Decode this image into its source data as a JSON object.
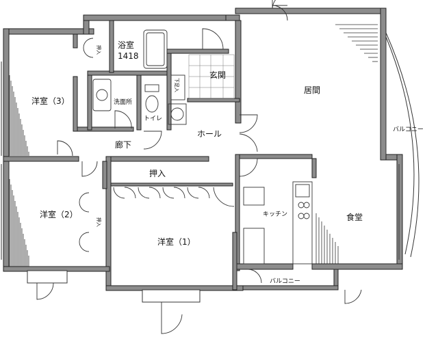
{
  "rooms": {
    "western_3": "洋室（3）",
    "western_2": "洋室（2）",
    "western_1": "洋室（1）",
    "bath": "浴室",
    "bath_size": "1418",
    "washroom": "洗面所",
    "toilet": "トイレ",
    "entrance": "玄関",
    "hallway": "廊下",
    "hall": "ホール",
    "living": "居間",
    "dining": "食堂",
    "kitchen": "キッチン",
    "closet": "押入",
    "balcony_east": "バルコニー",
    "balcony_south": "バルコニー"
  },
  "storage_labels": {
    "closet_room3": "押入",
    "closet_room2": "押入",
    "shoe_box": "下足入"
  },
  "colors": {
    "wall": "#8c8c8c",
    "wall_outline": "#222222",
    "line": "#333333",
    "glass": "#bbbbbb"
  }
}
